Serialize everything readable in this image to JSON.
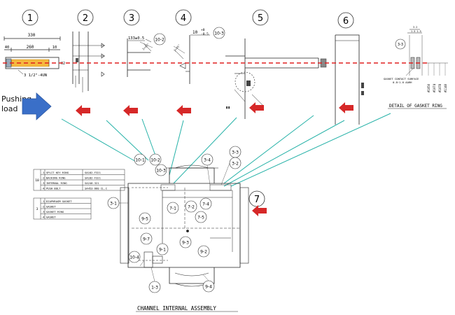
{
  "steps": [
    "1",
    "2",
    "3",
    "4",
    "5",
    "6",
    "7"
  ],
  "pushing_load_label": [
    "Pushing",
    "load"
  ],
  "step1_dims": {
    "total": "330",
    "left": "40",
    "middle": "260",
    "right": "10",
    "thread_note": "3  1/2\"-4UN",
    "end_label": "C2"
  },
  "step3_dims": {
    "spec": "133±0.5"
  },
  "step4_dims": {
    "spec": "10",
    "tol_plus": "+0",
    "tol_minus": "-0.5"
  },
  "callouts_top": {
    "ten_two": "10-2",
    "ten_three": "10-3",
    "three_three": "3-3"
  },
  "gasket_detail": {
    "title": "DETAIL OF GASKET RING",
    "surface_note_1": "GASKET CONTACT SURFACE",
    "surface_note_2": "0.8~1.6 AARH",
    "dims": [
      "#1050",
      "#1074",
      "#1078",
      "#1140"
    ]
  },
  "part_table": {
    "group10": {
      "id": "10",
      "rows": [
        {
          "sub": "-1",
          "name": "SPLIT KEY RING",
          "mat": "SA182-F321"
        },
        {
          "sub": "-2",
          "name": "BACKING RING",
          "mat": "SA182-F321"
        },
        {
          "sub": "-3",
          "name": "INTERNAL RING",
          "mat": "SA240-321"
        },
        {
          "sub": "-4",
          "name": "PUSH BOLT",
          "mat": "SA453-660 CL.C"
        }
      ]
    },
    "group3": {
      "id": "3",
      "rows": [
        {
          "sub": "-1",
          "name": "DIAPHRAGM GASKET"
        },
        {
          "sub": "-2",
          "name": "GASKET"
        },
        {
          "sub": "-3",
          "name": "GASKET RING"
        },
        {
          "sub": "-4",
          "name": "GASKET"
        }
      ]
    }
  },
  "assembly_callouts": [
    "10-1",
    "10-2",
    "10-3",
    "3-4",
    "3-3",
    "3-2",
    "3-1",
    "7-1",
    "7-2",
    "7-4",
    "7-5",
    "9-5",
    "9-7",
    "9-3",
    "9-1",
    "9-2",
    "10-4",
    "1-3",
    "9-4"
  ],
  "assembly_title": "CHANNEL INTERNAL ASSEMBLY",
  "colors": {
    "line": "#222222",
    "axis": "#e02020",
    "red_arrow": "#d62828",
    "blue_arrow": "#3a6fc8",
    "teal": "#27b2a8",
    "rod_fill": "#f5b83d"
  }
}
